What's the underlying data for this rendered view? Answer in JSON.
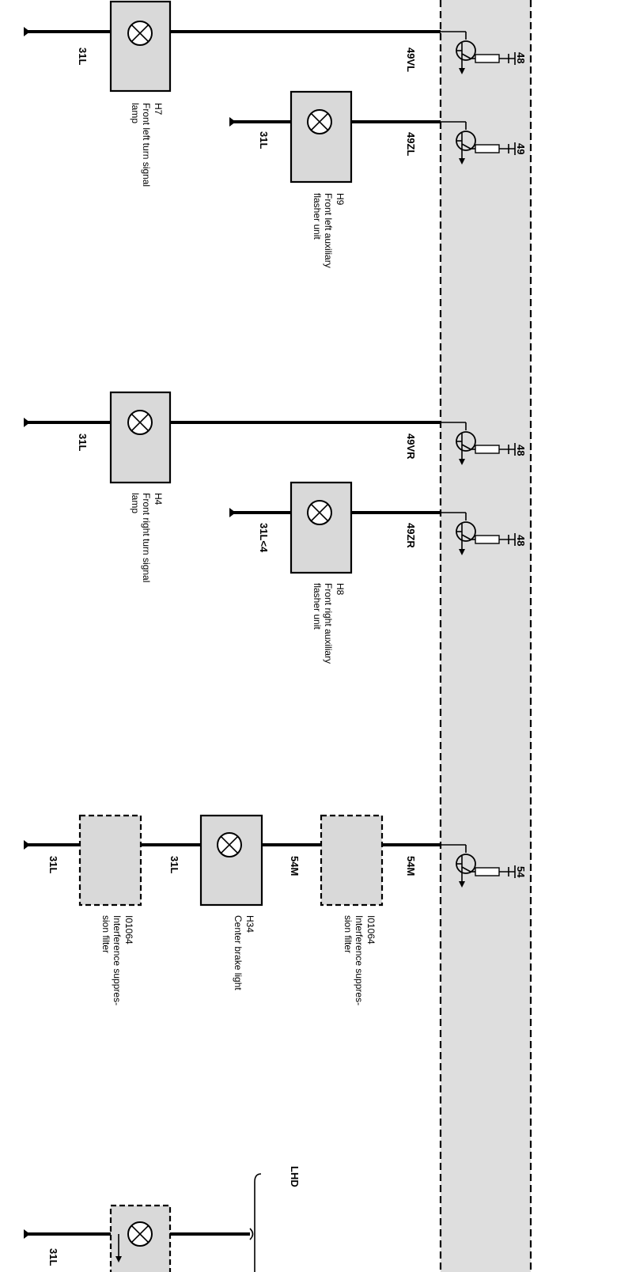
{
  "components": {
    "h7": {
      "id": "H7",
      "desc1": "Front left turn signal",
      "desc2": "lamp",
      "ground": "31L",
      "wire": "49VL",
      "pin": "48"
    },
    "h9": {
      "id": "H9",
      "desc1": "Front left auxiliary",
      "desc2": "flasher unit",
      "ground": "31L",
      "wire": "49ZL",
      "pin": "49"
    },
    "h4": {
      "id": "H4",
      "desc1": "Front right turn signal",
      "desc2": "lamp",
      "ground": "31L",
      "wire": "49VR",
      "pin": "48"
    },
    "h8": {
      "id": "H8",
      "desc1": "Front right auxiliary",
      "desc2": "flasher unit",
      "ground": "31L<4",
      "wire": "49ZR",
      "pin": "48"
    },
    "i01064a": {
      "id": "I01064",
      "desc1": "Interference suppres-",
      "desc2": "sion filter",
      "ground": "31L"
    },
    "h34": {
      "id": "H34",
      "desc1": "Center brake light",
      "ground": "31L",
      "wire_in": "54M"
    },
    "i01064b": {
      "id": "I01064",
      "desc1": "Interference suppres-",
      "desc2": "sion filter",
      "wire": "54M",
      "pin": "54"
    },
    "bottom": {
      "ground": "31L",
      "note": "LHD"
    }
  }
}
